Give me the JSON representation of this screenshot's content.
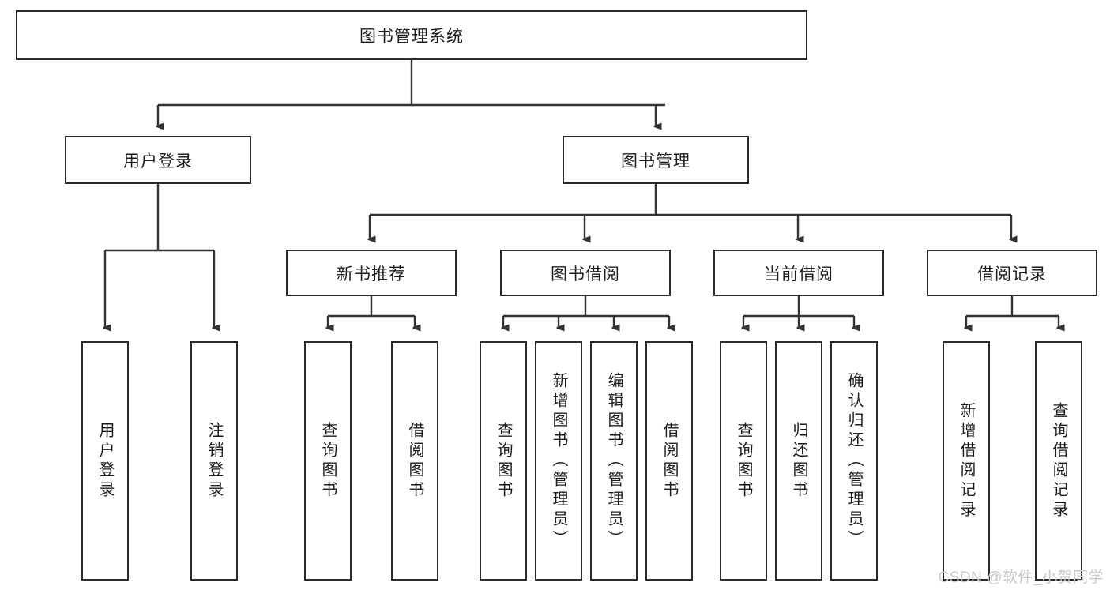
{
  "diagram": {
    "title": "图书管理系统",
    "type": "hierarchy-tree",
    "watermark": "CSDN @软件_小贺同学",
    "colors": {
      "box_border": "#2b2b2b",
      "box_fill": "#ffffff",
      "edge": "#333333",
      "text": "#1d1d1d",
      "watermark": "#c9c9c9"
    },
    "nodes": {
      "root": {
        "label": "图书管理系统",
        "orientation": "horizontal"
      },
      "level2": [
        {
          "id": "user-login",
          "label": "用户登录",
          "orientation": "horizontal"
        },
        {
          "id": "book-manage",
          "label": "图书管理",
          "orientation": "horizontal"
        }
      ],
      "level3": [
        {
          "id": "new-book-recommend",
          "label": "新书推荐",
          "orientation": "horizontal"
        },
        {
          "id": "book-borrow",
          "label": "图书借阅",
          "orientation": "horizontal"
        },
        {
          "id": "current-borrow",
          "label": "当前借阅",
          "orientation": "horizontal"
        },
        {
          "id": "borrow-record",
          "label": "借阅记录",
          "orientation": "horizontal"
        }
      ],
      "leaves": [
        {
          "id": "leaf-user-login",
          "label": "用户登录",
          "parent": "user-login",
          "orientation": "vertical"
        },
        {
          "id": "leaf-logout-login",
          "label": "注销登录",
          "parent": "user-login",
          "orientation": "vertical"
        },
        {
          "id": "leaf-query-book-1",
          "label": "查询图书",
          "parent": "new-book-recommend",
          "orientation": "vertical"
        },
        {
          "id": "leaf-borrow-book-1",
          "label": "借阅图书",
          "parent": "new-book-recommend",
          "orientation": "vertical"
        },
        {
          "id": "leaf-query-book-2",
          "label": "查询图书",
          "parent": "book-borrow",
          "orientation": "vertical"
        },
        {
          "id": "leaf-add-book",
          "label": "新增图书（管理员）",
          "parent": "book-borrow",
          "orientation": "vertical"
        },
        {
          "id": "leaf-edit-book",
          "label": "编辑图书（管理员）",
          "parent": "book-borrow",
          "orientation": "vertical"
        },
        {
          "id": "leaf-borrow-book-2",
          "label": "借阅图书",
          "parent": "book-borrow",
          "orientation": "vertical"
        },
        {
          "id": "leaf-query-book-3",
          "label": "查询图书",
          "parent": "current-borrow",
          "orientation": "vertical"
        },
        {
          "id": "leaf-return-book",
          "label": "归还图书",
          "parent": "current-borrow",
          "orientation": "vertical"
        },
        {
          "id": "leaf-confirm-return",
          "label": "确认归还（管理员）",
          "parent": "current-borrow",
          "orientation": "vertical"
        },
        {
          "id": "leaf-add-record",
          "label": "新增借阅记录",
          "parent": "borrow-record",
          "orientation": "vertical"
        },
        {
          "id": "leaf-query-record",
          "label": "查询借阅记录",
          "parent": "borrow-record",
          "orientation": "vertical"
        }
      ]
    }
  }
}
